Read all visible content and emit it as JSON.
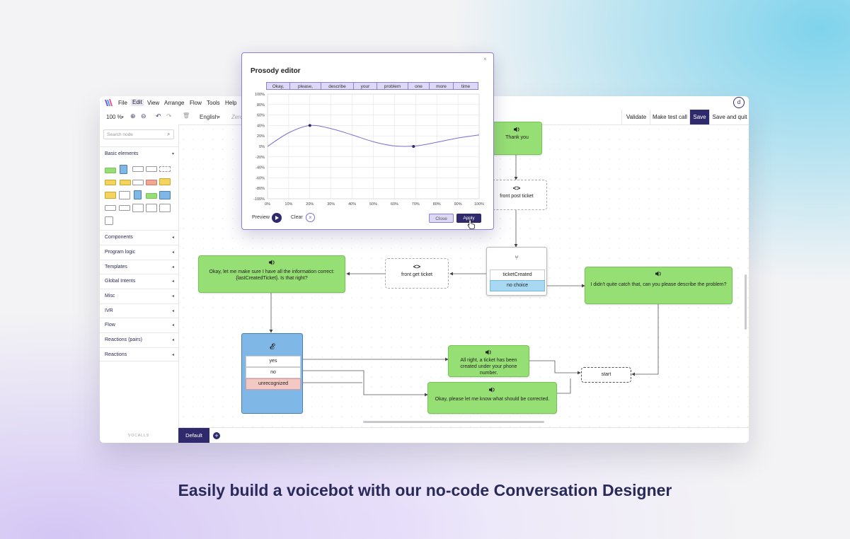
{
  "app": {
    "menu": [
      "File",
      "Edit",
      "View",
      "Arrange",
      "Flow",
      "Tools",
      "Help"
    ],
    "avatar_letter": "d",
    "toolbar": {
      "zoom": "100 %",
      "language": "English",
      "zero_label": "Zero"
    },
    "actions": {
      "validate": "Validate",
      "test_call": "Make test call",
      "save": "Save",
      "save_quit": "Save and quit"
    },
    "sidebar": {
      "search_placeholder": "Search node",
      "basic_elements": "Basic elements",
      "sections": [
        "Components",
        "Program logic",
        "Templates",
        "Global Intents",
        "Misc",
        "IVR",
        "Flow",
        "Reactions (pairs)",
        "Reactions"
      ],
      "brand": "VOCALLS"
    },
    "tabs": {
      "default": "Default"
    }
  },
  "nodes": {
    "thank_you": "Thank you",
    "front_post_ticket": "front post ticket",
    "front_get_ticket": "front get ticket",
    "ticket_created": "ticketCreated",
    "no_choice": "no choice",
    "confirm": "Okay, let me make sure I have all the information correct: {lastCreatedTicket}. Is that right?",
    "didnt_catch": "I didn't quite catch that, can you please describe the problem?",
    "yes": "yes",
    "no": "no",
    "unrecognized": "unrecognized",
    "ticket_done": "All right, a ticket has been created under your phone number.",
    "correct": "Okay, please let me know what should be corrected.",
    "start": "start"
  },
  "dialog": {
    "title": "Prosody editor",
    "words": [
      "Okay,",
      "please,",
      "describe",
      "your",
      "problem",
      "one",
      "more",
      "time"
    ],
    "preview": "Preview",
    "clear": "Clear",
    "close": "Close",
    "apply": "Apply"
  },
  "chart_data": {
    "type": "line",
    "x": [
      0,
      10,
      20,
      30,
      40,
      50,
      60,
      70,
      80,
      90,
      100
    ],
    "y": [
      0,
      26,
      40,
      34,
      22,
      9,
      1,
      1,
      8,
      16,
      22
    ],
    "control_points": [
      {
        "x": 20,
        "y": 40
      },
      {
        "x": 69,
        "y": 0
      }
    ],
    "xticks": [
      "0%",
      "10%",
      "20%",
      "30%",
      "40%",
      "50%",
      "60%",
      "70%",
      "80%",
      "90%",
      "100%"
    ],
    "yticks": [
      "100%",
      "80%",
      "60%",
      "40%",
      "20%",
      "0%",
      "-20%",
      "-40%",
      "-60%",
      "-80%",
      "-100%"
    ],
    "xlim": [
      0,
      100
    ],
    "ylim": [
      -100,
      100
    ],
    "grid": true,
    "color": "#7a6fcf"
  },
  "caption": "Easily build a voicebot with our no-code Conversation Designer",
  "colors": {
    "accent": "#2f2a6b",
    "node_green": "#96df74",
    "node_blue": "#7fb8e6",
    "no_choice": "#a9d8f2",
    "unrecognized": "#f4c9c4",
    "dialog_border": "#8b7fd8"
  }
}
